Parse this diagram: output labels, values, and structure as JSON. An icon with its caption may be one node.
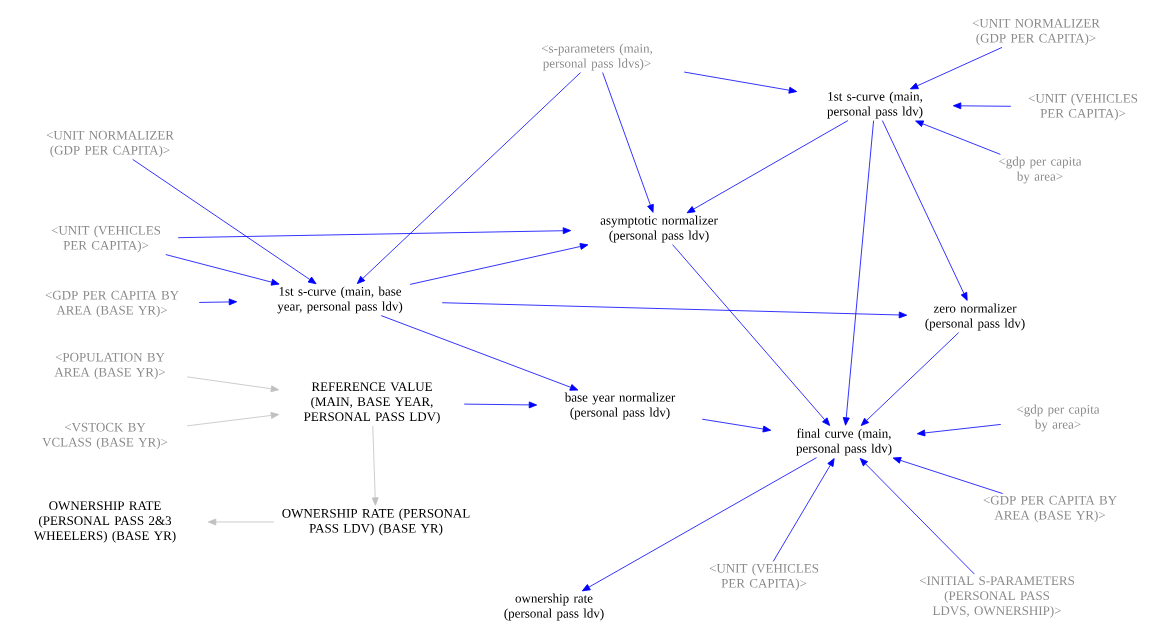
{
  "diagram": {
    "nodes": [
      {
        "text": [
          "<s-parameters (main, personal pass ldvs)>"
        ]
      },
      {
        "text": [
          "<UNIT NORMALIZER (GDP PER CAPITA)>"
        ]
      },
      {
        "text": [
          "1st s-curve (main, personal pass ldv)"
        ]
      },
      {
        "text": [
          "<UNIT (VEHICLES PER CAPITA)>"
        ]
      },
      {
        "text": [
          "<gdp per capita by area>"
        ]
      },
      {
        "text": [
          "<UNIT NORMALIZER (GDP PER CAPITA)>"
        ]
      },
      {
        "text": [
          "asymptotic normalizer (personal pass ldv)"
        ]
      },
      {
        "text": [
          "<UNIT (VEHICLES PER CAPITA)>"
        ]
      },
      {
        "text": [
          "1st s-curve (main, base year, personal pass ldv)"
        ]
      },
      {
        "text": [
          "<GDP PER CAPITA BY AREA (BASE YR)>"
        ]
      },
      {
        "text": [
          "zero normalizer (personal pass ldv)"
        ]
      },
      {
        "text": [
          "<POPULATION BY AREA (BASE YR)>"
        ]
      },
      {
        "text": [
          "REFERENCE VALUE (MAIN, BASE YEAR, PERSONAL PASS LDV)"
        ]
      },
      {
        "text": [
          "base year normalizer (personal pass ldv)"
        ]
      },
      {
        "text": [
          "<VSTOCK BY VCLASS (BASE YR)>"
        ]
      },
      {
        "text": [
          "final curve (main, personal pass ldv)"
        ]
      },
      {
        "text": [
          "<gdp per capita by area>"
        ]
      },
      {
        "text": [
          "OWNERSHIP RATE (PERSONAL PASS 2&3 WHEELERS) (BASE YR)"
        ]
      },
      {
        "text": [
          "OWNERSHIP RATE (PERSONAL PASS LDV) (BASE YR)"
        ]
      },
      {
        "text": [
          "<GDP PER CAPITA BY AREA (BASE YR)>"
        ]
      },
      {
        "text": [
          "ownership rate (personal pass ldv)"
        ]
      },
      {
        "text": [
          "<UNIT (VEHICLES PER CAPITA)>"
        ]
      },
      {
        "text": [
          "<INITIAL S-PARAMETERS (PERSONAL PASS LDVS, OWNERSHIP)>"
        ]
      }
    ],
    "edges": [
      {
        "from": 0,
        "to": 2,
        "arrow": "to"
      },
      {
        "from": 1,
        "to": 2,
        "arrow": "to"
      },
      {
        "from": 3,
        "to": 2,
        "arrow": "to"
      },
      {
        "from": 4,
        "to": 2,
        "arrow": "to"
      },
      {
        "from": 0,
        "to": 6,
        "arrow": "to"
      },
      {
        "from": 0,
        "to": 8,
        "arrow": "to"
      },
      {
        "from": 2,
        "to": 6,
        "arrow": "to"
      },
      {
        "from": 2,
        "to": 15,
        "arrow": "to"
      },
      {
        "from": 2,
        "to": 10,
        "arrow": "to"
      },
      {
        "from": 5,
        "to": 8,
        "arrow": "to"
      },
      {
        "from": 7,
        "to": 6,
        "arrow": "to"
      },
      {
        "from": 7,
        "to": 8,
        "arrow": "to"
      },
      {
        "from": 9,
        "to": 8,
        "arrow": "to"
      },
      {
        "from": 8,
        "to": 6,
        "arrow": "to"
      },
      {
        "from": 8,
        "to": 10,
        "arrow": "to"
      },
      {
        "from": 8,
        "to": 13,
        "arrow": "to"
      },
      {
        "from": 6,
        "to": 15,
        "arrow": "to"
      },
      {
        "from": 10,
        "to": 15,
        "arrow": "to"
      },
      {
        "from": 13,
        "to": 15,
        "arrow": "to"
      },
      {
        "from": 16,
        "to": 15,
        "arrow": "to"
      },
      {
        "from": 19,
        "to": 15,
        "arrow": "to"
      },
      {
        "from": 21,
        "to": 15,
        "arrow": "to"
      },
      {
        "from": 22,
        "to": 15,
        "arrow": "to"
      },
      {
        "from": 15,
        "to": 20,
        "arrow": "to"
      },
      {
        "from": 11,
        "to": 12,
        "arrow": "to",
        "color": "#c0c0c0"
      },
      {
        "from": 14,
        "to": 12,
        "arrow": "to",
        "color": "#c0c0c0"
      },
      {
        "from": 12,
        "to": 13,
        "arrow": "to"
      },
      {
        "from": 12,
        "to": 18,
        "arrow": "to",
        "color": "#c0c0c0"
      },
      {
        "from": 18,
        "to": 17,
        "arrow": "to",
        "color": "#c0c0c0"
      }
    ]
  }
}
